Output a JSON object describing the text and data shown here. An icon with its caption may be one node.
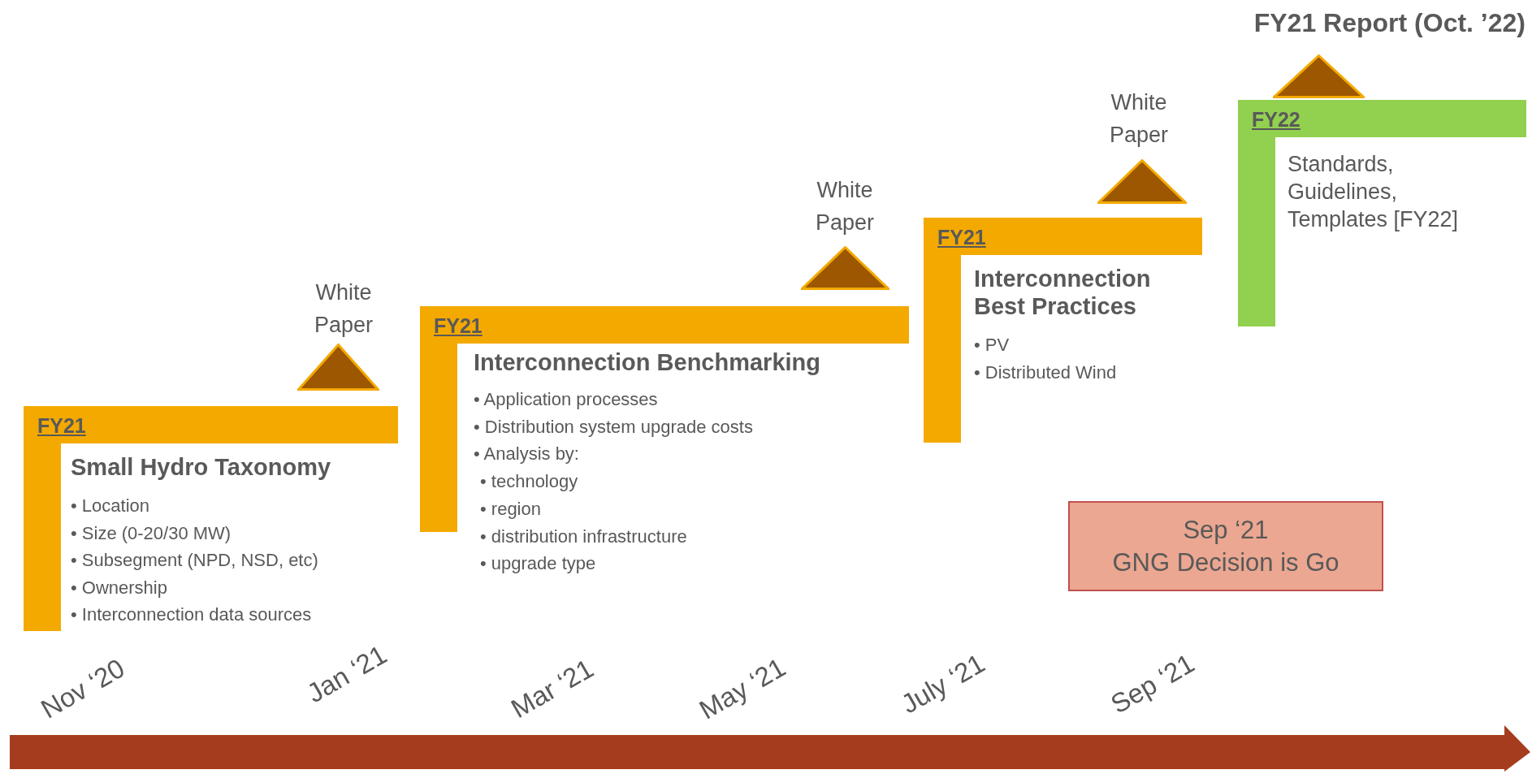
{
  "diagram": {
    "nodes": [
      {
        "text": [
          "FY21",
          "Small Hydro Taxonomy",
          "• Location",
          "• Size (0-20/30 MW)",
          "• Subsegment (NPD, NSD, etc)",
          "• Ownership",
          "• Interconnection data sources"
        ]
      },
      {
        "text": [],
        "shape": "triangle",
        "beside": [
          "White Paper"
        ]
      },
      {
        "text": [
          "FY21",
          "Interconnection Benchmarking",
          "• Application processes",
          "• Distribution system upgrade costs",
          "• Analysis by:",
          "• technology",
          "• region",
          "• distribution infrastructure",
          "• upgrade type"
        ]
      },
      {
        "text": [],
        "shape": "triangle",
        "beside": [
          "White Paper"
        ]
      },
      {
        "text": [
          "FY21",
          "Interconnection Best Practices",
          "• PV",
          "• Distributed Wind"
        ]
      },
      {
        "text": [],
        "shape": "triangle",
        "beside": [
          "White Paper"
        ]
      },
      {
        "text": [
          "FY22",
          "Standards, Guidelines, Templates [FY22]"
        ]
      },
      {
        "text": [],
        "shape": "triangle",
        "beside": [
          "FY21 Report (Oct. ’22)"
        ]
      },
      {
        "text": [
          "Sep ‘21",
          "GNG Decision is Go"
        ]
      }
    ],
    "edges": [],
    "labels": [
      "Nov ‘20",
      "Jan ‘21",
      "Mar ‘21",
      "May ‘21",
      "July ‘21",
      "Sep ‘21"
    ]
  }
}
